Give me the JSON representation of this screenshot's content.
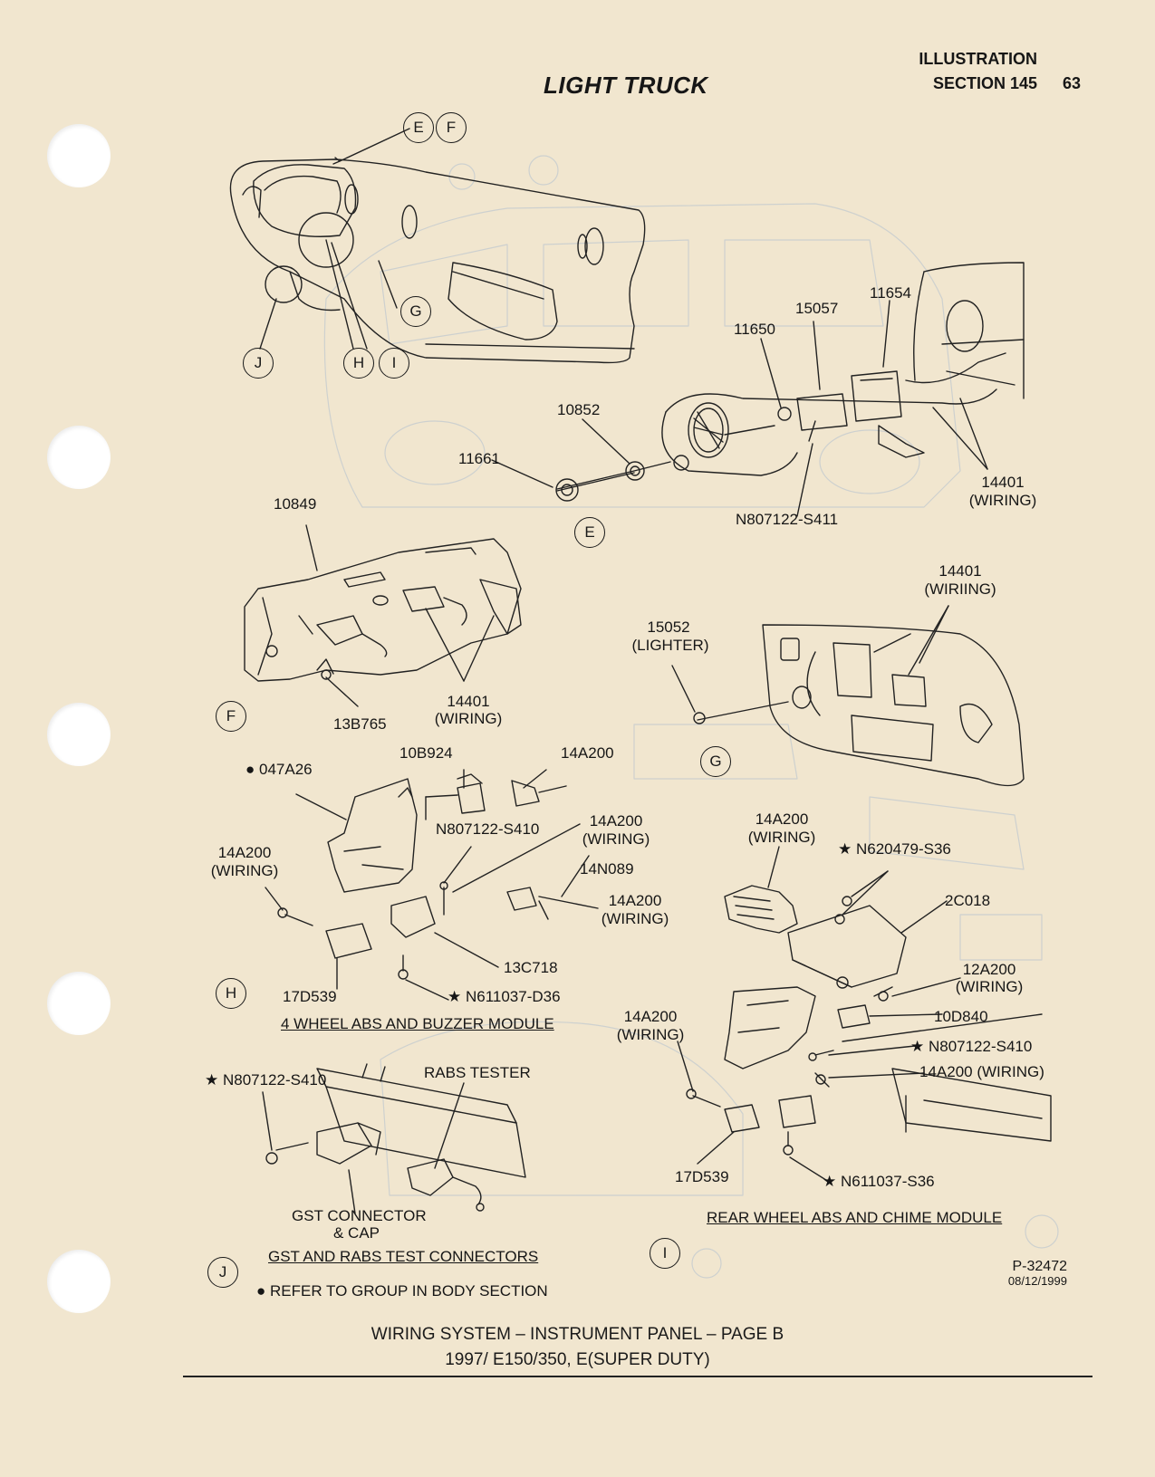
{
  "header": {
    "title": "LIGHT TRUCK",
    "section_top": "ILLUSTRATION",
    "section": "SECTION 145",
    "page_number": "63"
  },
  "callouts": {
    "E": "E",
    "F": "F",
    "G": "G",
    "H": "H",
    "I": "I",
    "J": "J"
  },
  "view_E": {
    "p11650": "11650",
    "p15057": "15057",
    "p11654": "11654",
    "p10852": "10852",
    "p11661": "11661",
    "p14401": "14401",
    "p14401_note": "(WIRING)",
    "n807122": "N807122-S411"
  },
  "view_F": {
    "p10849": "10849",
    "p13B765": "13B765",
    "p14401": "14401",
    "p14401_note": "(WIRING)"
  },
  "view_G": {
    "p14401": "14401",
    "p14401_note": "(WIRIING)",
    "p15052": "15052",
    "p15052_note": "(LIGHTER)"
  },
  "view_H": {
    "p047A26": "● 047A26",
    "p10B924": "10B924",
    "p14A200_top": "14A200",
    "n807122": "N807122-S410",
    "p14A200_w1": "14A200",
    "p14A200_w1_note": "(WIRING)",
    "p14N089": "14N089",
    "p14A200_w2": "14A200",
    "p14A200_w2_note": "(WIRING)",
    "p14A200_left": "14A200",
    "p14A200_left_note": "(WIRING)",
    "p13C718": "13C718",
    "p17D539": "17D539",
    "n611037": "★ N611037-D36",
    "caption": "4 WHEEL ABS AND BUZZER MODULE"
  },
  "view_I": {
    "p14A200_w": "14A200",
    "p14A200_w_note": "(WIRING)",
    "n620479": "★ N620479-S36",
    "p2C018": "2C018",
    "p12A200": "12A200",
    "p12A200_note": "(WIRING)",
    "p10D840": "10D840",
    "n807122": "★ N807122-S410",
    "p14A200_wiring": "14A200 (WIRING)",
    "p14A200_left": "14A200",
    "p14A200_left_note": "(WIRING)",
    "p17D539": "17D539",
    "n611037": "★ N611037-S36",
    "caption": "REAR WHEEL ABS AND CHIME MODULE"
  },
  "view_J": {
    "n807122": "★ N807122-S410",
    "rabs": "RABS TESTER",
    "gst": "GST CONNECTOR",
    "gst_cap": "& CAP",
    "caption": "GST AND RABS TEST CONNECTORS",
    "note": "● REFER TO GROUP IN BODY SECTION"
  },
  "figure": {
    "id": "P-32472",
    "date": "08/12/1999"
  },
  "footer": {
    "line1": "WIRING SYSTEM – INSTRUMENT PANEL – PAGE B",
    "line2": "1997/ E150/350, E(SUPER DUTY)"
  }
}
